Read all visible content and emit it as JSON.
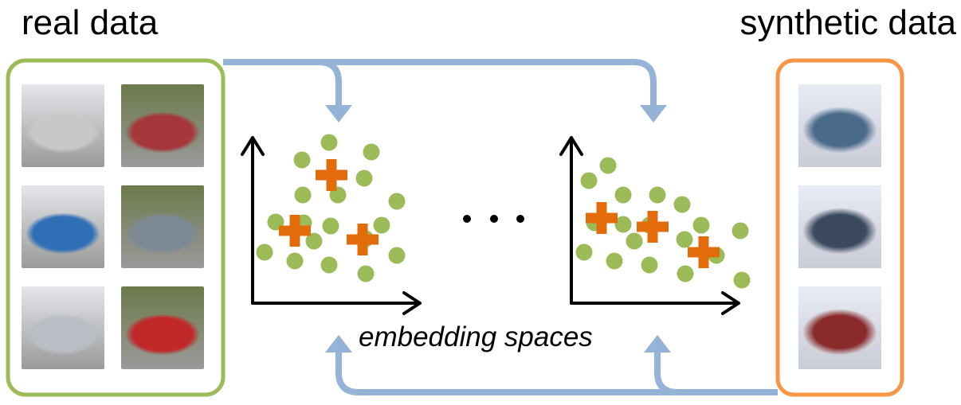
{
  "labels": {
    "real_data": "real data",
    "synthetic_data": "synthetic data",
    "embedding_spaces": "embedding spaces",
    "ellipsis": "..."
  },
  "colors": {
    "real_box": "#9bbb59",
    "synthetic_box": "#f79646",
    "arrow": "#95b3d7",
    "dot": "#9bbb59",
    "cross": "#e36c0a",
    "axis": "#000000"
  },
  "real_images": [
    {
      "name": "silver-sedan",
      "tint": "#c8c8c8"
    },
    {
      "name": "red-car",
      "tint": "#a5363a"
    },
    {
      "name": "blue-small-car",
      "tint": "#2f6fb5"
    },
    {
      "name": "silver-car-open-hood",
      "tint": "#7d8a96"
    },
    {
      "name": "silver-bmw",
      "tint": "#b9bec4"
    },
    {
      "name": "red-hatchback-open",
      "tint": "#c0282a"
    }
  ],
  "synthetic_images": [
    {
      "name": "synthetic-car-1",
      "tint": "#4a6a8a"
    },
    {
      "name": "synthetic-car-2",
      "tint": "#3b4a5e"
    },
    {
      "name": "synthetic-car-3",
      "tint": "#8a2a2a"
    }
  ]
}
